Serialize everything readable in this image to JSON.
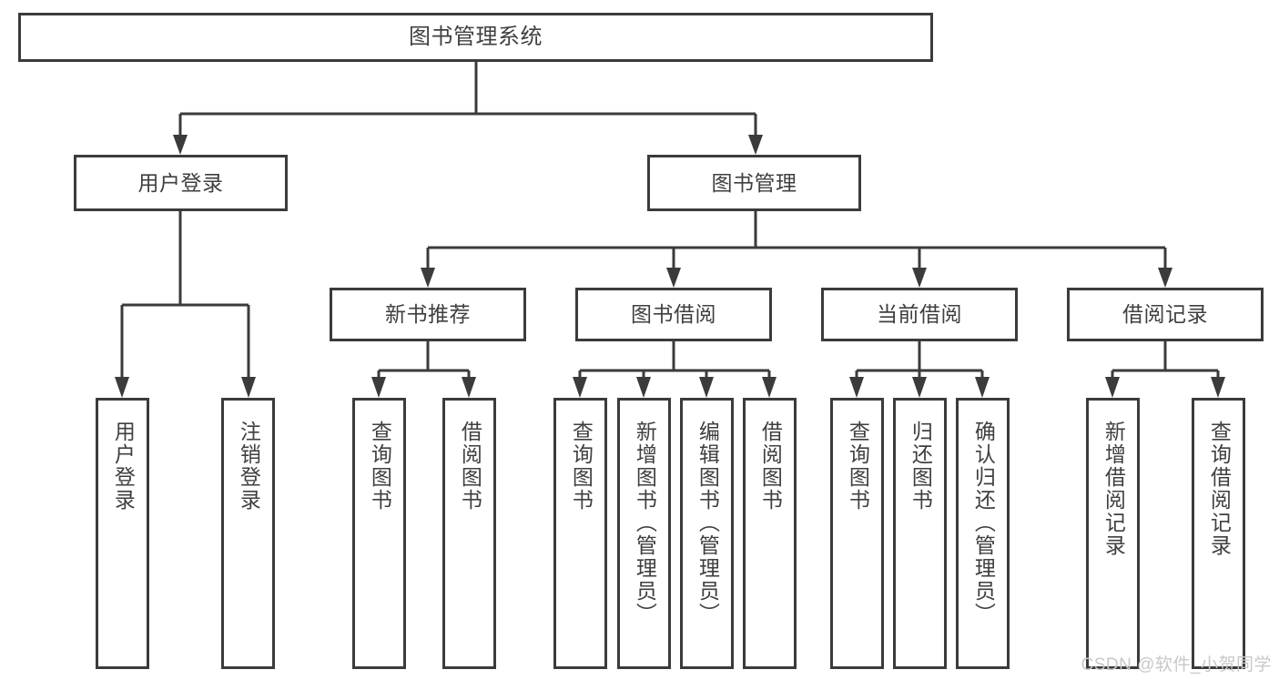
{
  "diagram": {
    "type": "tree-hierarchy",
    "title": "图书管理系统",
    "watermark": "CSDN @软件_小贺同学",
    "colors": {
      "stroke": "#3b3b3b",
      "text": "#3f3f3f",
      "background": "#ffffff",
      "watermark": "#c8c8c8"
    },
    "nodes": {
      "root": {
        "label": "图书管理系统"
      },
      "level2": [
        {
          "id": "user-login",
          "label": "用户登录"
        },
        {
          "id": "book-manage",
          "label": "图书管理"
        }
      ],
      "level3": [
        {
          "id": "new-book-rec",
          "label": "新书推荐"
        },
        {
          "id": "book-borrow",
          "label": "图书借阅"
        },
        {
          "id": "current-borrow",
          "label": "当前借阅"
        },
        {
          "id": "borrow-record",
          "label": "借阅记录"
        }
      ],
      "leaves": {
        "user_login": [
          {
            "id": "leaf-user-login",
            "label": "用户登录"
          },
          {
            "id": "leaf-logout",
            "label": "注销登录"
          }
        ],
        "new_book_rec": [
          {
            "id": "leaf-query-book-1",
            "label": "查询图书"
          },
          {
            "id": "leaf-borrow-book-1",
            "label": "借阅图书"
          }
        ],
        "book_borrow": [
          {
            "id": "leaf-query-book-2",
            "label": "查询图书"
          },
          {
            "id": "leaf-add-book",
            "label": "新增图书（管理员）"
          },
          {
            "id": "leaf-edit-book",
            "label": "编辑图书（管理员）"
          },
          {
            "id": "leaf-borrow-book-2",
            "label": "借阅图书"
          }
        ],
        "current_borrow": [
          {
            "id": "leaf-query-book-3",
            "label": "查询图书"
          },
          {
            "id": "leaf-return-book",
            "label": "归还图书"
          },
          {
            "id": "leaf-confirm-return",
            "label": "确认归还（管理员）"
          }
        ],
        "borrow_record": [
          {
            "id": "leaf-add-record",
            "label": "新增借阅记录"
          },
          {
            "id": "leaf-query-record",
            "label": "查询借阅记录"
          }
        ]
      }
    }
  }
}
